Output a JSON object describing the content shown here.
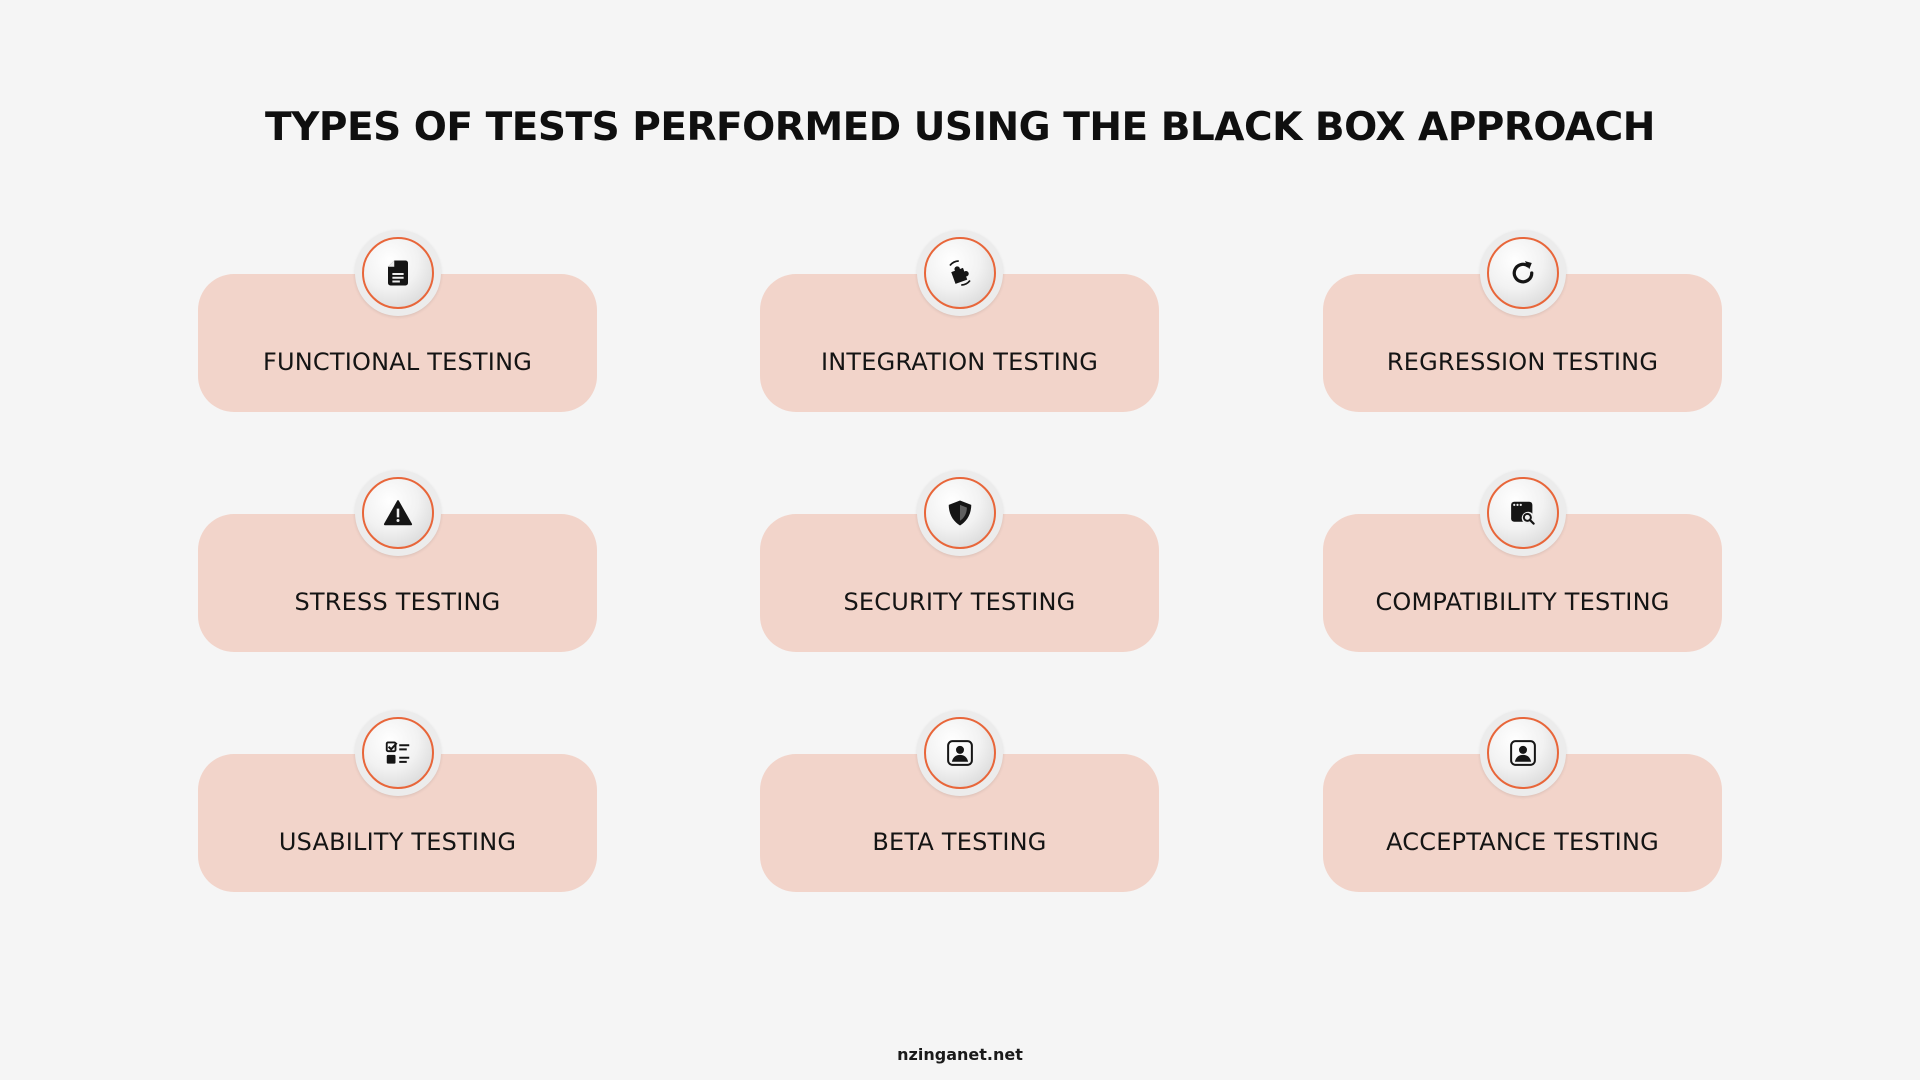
{
  "header": {
    "title": "TYPES OF TESTS PERFORMED USING THE BLACK BOX APPROACH"
  },
  "colors": {
    "background": "#f5f5f5",
    "card": "#f2d4ca",
    "accent_ring": "#e8663a",
    "text": "#141414"
  },
  "cards": [
    {
      "label": "FUNCTIONAL TESTING",
      "icon": "document-icon"
    },
    {
      "label": "INTEGRATION TESTING",
      "icon": "puzzle-icon"
    },
    {
      "label": "REGRESSION TESTING",
      "icon": "refresh-icon"
    },
    {
      "label": "STRESS TESTING",
      "icon": "warning-icon"
    },
    {
      "label": "SECURITY TESTING",
      "icon": "shield-icon"
    },
    {
      "label": "COMPATIBILITY TESTING",
      "icon": "browser-search-icon"
    },
    {
      "label": "USABILITY TESTING",
      "icon": "checklist-icon"
    },
    {
      "label": "BETA TESTING",
      "icon": "user-square-icon"
    },
    {
      "label": "ACCEPTANCE TESTING",
      "icon": "user-square-icon"
    }
  ],
  "footer": {
    "site": "nzinganet.net"
  }
}
